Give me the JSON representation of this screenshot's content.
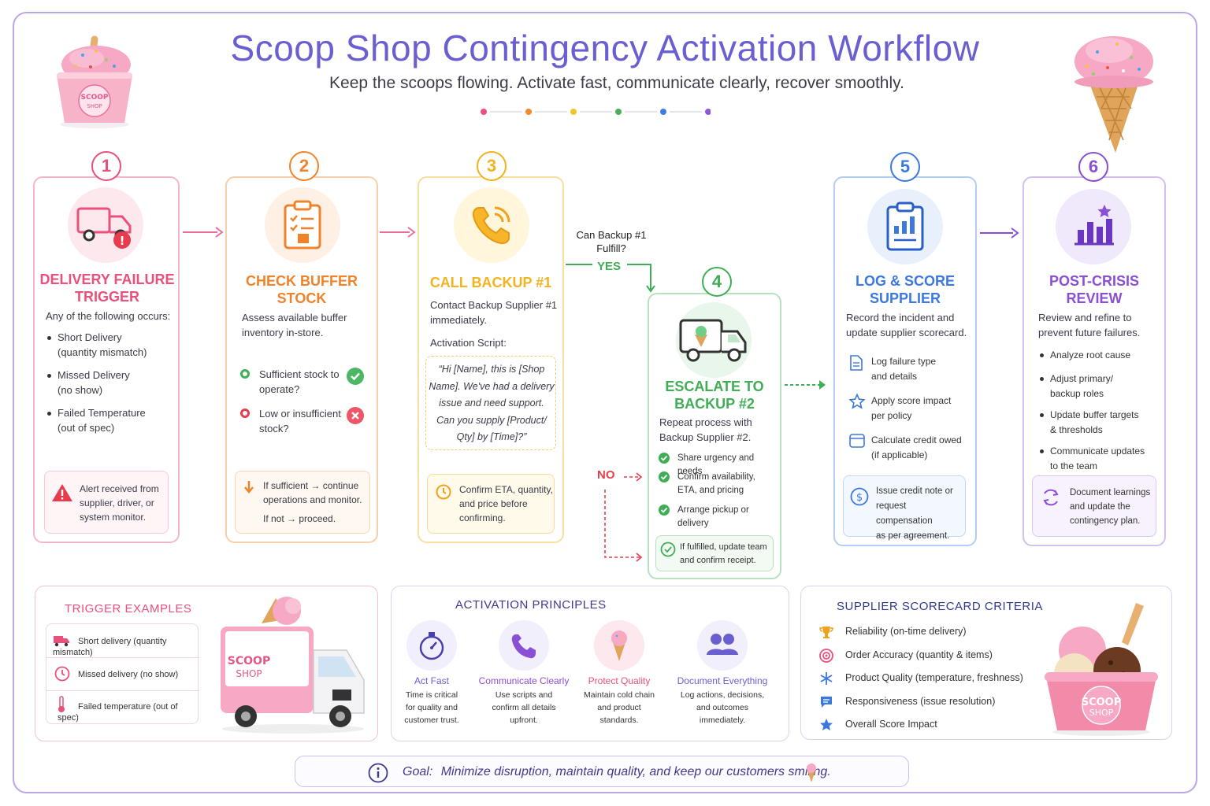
{
  "header": {
    "title": "Scoop Shop Contingency Activation Workflow",
    "subtitle": "Keep the scoops flowing. Activate fast, communicate clearly, recover smoothly.",
    "cup_logo": "SCOOP SHOP",
    "dot_colors": [
      "#ec4f86",
      "#f38a2c",
      "#f3c42a",
      "#49b058",
      "#3f7de6",
      "#8a5ad6"
    ]
  },
  "step1": {
    "number": "1",
    "title_line1": "DELIVERY FAILURE",
    "title_line2": "TRIGGER",
    "intro": "Any of the following occurs:",
    "bullets": [
      {
        "l1": "Short Delivery",
        "l2": "(quantity mismatch)"
      },
      {
        "l1": "Missed Delivery",
        "l2": "(no show)"
      },
      {
        "l1": "Failed Temperature",
        "l2": "(out of spec)"
      }
    ],
    "alert": {
      "l1": "Alert received from",
      "l2": "supplier, driver, or",
      "l3": "system monitor."
    },
    "color": "#e9507a"
  },
  "step2": {
    "number": "2",
    "title_line1": "CHECK BUFFER",
    "title_line2": "STOCK",
    "desc_l1": "Assess available buffer",
    "desc_l2": "inventory in-store.",
    "opt_yes": {
      "l1": "Sufficient stock to",
      "l2": "operate?"
    },
    "opt_no": {
      "l1": "Low or insufficient",
      "l2": "stock?"
    },
    "note": {
      "l1": "If sufficient → continue",
      "l2": "operations and monitor.",
      "l3": "If not → proceed."
    },
    "color": "#f0832a"
  },
  "step3": {
    "number": "3",
    "title": "CALL BACKUP #1",
    "desc_l1": "Contact Backup Supplier #1",
    "desc_l2": "immediately.",
    "script_label": "Activation Script:",
    "script": {
      "l1": "“Hi [Name], this is [Shop",
      "l2": "Name]. We've had a delivery",
      "l3": "issue and need support.",
      "l4": "Can you supply [Product/",
      "l5": "Qty] by [Time]?”"
    },
    "note": {
      "l1": "Confirm ETA, quantity,",
      "l2": "and price before",
      "l3": "confirming."
    },
    "color": "#f2b31f"
  },
  "decision": {
    "question_l1": "Can Backup #1",
    "question_l2": "Fulfill?",
    "yes": "YES",
    "no": "NO"
  },
  "step4": {
    "number": "4",
    "title_line1": "ESCALATE TO",
    "title_line2": "BACKUP #2",
    "desc_l1": "Repeat process with",
    "desc_l2": "Backup Supplier #2.",
    "checks": [
      {
        "l1": "Share urgency and needs",
        "l2": ""
      },
      {
        "l1": "Confirm availability,",
        "l2": "ETA, and pricing"
      },
      {
        "l1": "Arrange pickup or",
        "l2": "delivery"
      }
    ],
    "note": {
      "l1": "If fulfilled, update team",
      "l2": "and confirm receipt."
    },
    "color": "#3fae55"
  },
  "step5": {
    "number": "5",
    "title_line1": "LOG & SCORE",
    "title_line2": "SUPPLIER",
    "desc_l1": "Record the incident and",
    "desc_l2": "update supplier scorecard.",
    "items": [
      {
        "l1": "Log failure type",
        "l2": "and details"
      },
      {
        "l1": "Apply score impact",
        "l2": "per policy"
      },
      {
        "l1": "Calculate credit owed",
        "l2": "(if applicable)"
      }
    ],
    "note": {
      "l1": "Issue credit note or",
      "l2": "request compensation",
      "l3": "as per agreement."
    },
    "color": "#3b78e0"
  },
  "step6": {
    "number": "6",
    "title_line1": "POST-CRISIS",
    "title_line2": "REVIEW",
    "desc_l1": "Review and refine to",
    "desc_l2": "prevent future failures.",
    "bullets": [
      {
        "l1": "Analyze root cause",
        "l2": ""
      },
      {
        "l1": "Adjust primary/",
        "l2": "backup roles"
      },
      {
        "l1": "Update buffer targets",
        "l2": "& thresholds"
      },
      {
        "l1": "Communicate updates",
        "l2": "to the team"
      }
    ],
    "note": {
      "l1": "Document learnings",
      "l2": "and update the",
      "l3": "contingency plan."
    },
    "color": "#8a4fd3"
  },
  "trigger_examples": {
    "title": "TRIGGER EXAMPLES",
    "items": [
      "Short delivery (quantity mismatch)",
      "Missed delivery (no show)",
      "Failed temperature (out of spec)"
    ],
    "truck_logo": "SCOOP SHOP"
  },
  "principles": {
    "title": "ACTIVATION PRINCIPLES",
    "items": [
      {
        "name": "Act Fast",
        "l1": "Time is critical",
        "l2": "for quality and",
        "l3": "customer trust."
      },
      {
        "name": "Communicate Clearly",
        "l1": "Use scripts and",
        "l2": "confirm all details",
        "l3": "upfront."
      },
      {
        "name": "Protect Quality",
        "l1": "Maintain cold chain",
        "l2": "and product",
        "l3": "standards."
      },
      {
        "name": "Document Everything",
        "l1": "Log actions, decisions,",
        "l2": "and outcomes",
        "l3": "immediately."
      }
    ]
  },
  "scorecard": {
    "title": "SUPPLIER  SCORECARD CRITERIA",
    "items": [
      "Reliability (on-time delivery)",
      "Order Accuracy (quantity & items)",
      "Product Quality (temperature, freshness)",
      "Responsiveness (issue resolution)",
      "Overall Score Impact"
    ],
    "tub_logo": "SCOOP SHOP"
  },
  "goal": {
    "label": "Goal:",
    "text": "Minimize  disruption, maintain quality, and keep our customers smiling."
  }
}
